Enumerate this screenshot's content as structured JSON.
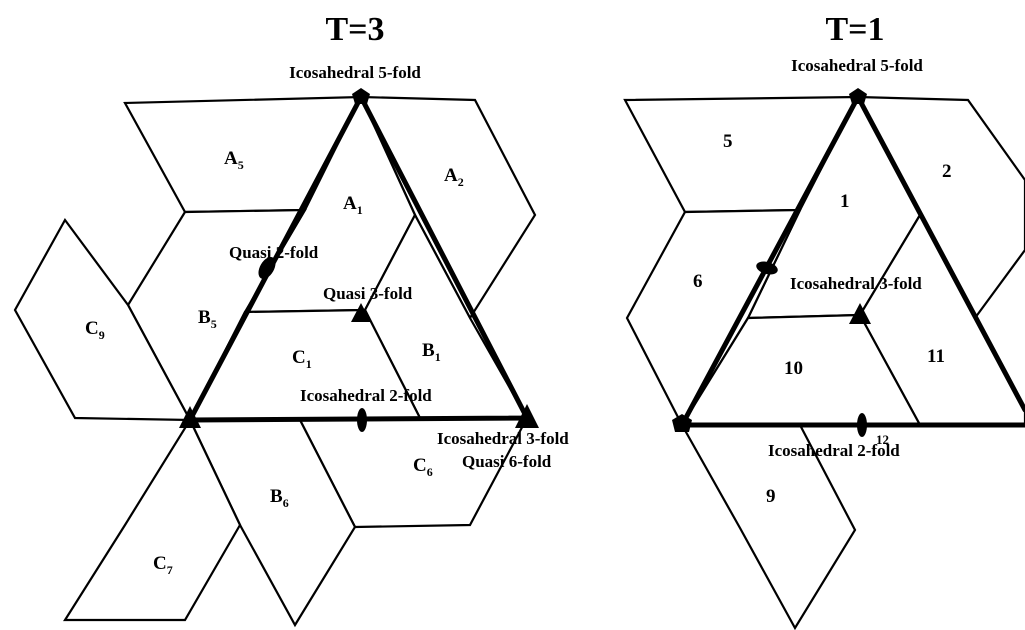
{
  "panels": {
    "t3": {
      "title": "T=3",
      "annotations": {
        "ico5": "Icosahedral 5-fold",
        "quasi2": "Quasi 2-fold",
        "quasi3": "Quasi 3-fold",
        "ico2": "Icosahedral 2-fold",
        "ico3": "Icosahedral  3-fold",
        "quasi6": "Quasi 6-fold"
      },
      "labels": {
        "A5": {
          "main": "A",
          "sub": "5"
        },
        "A2": {
          "main": "A",
          "sub": "2"
        },
        "A1": {
          "main": "A",
          "sub": "1"
        },
        "B5": {
          "main": "B",
          "sub": "5"
        },
        "B1": {
          "main": "B",
          "sub": "1"
        },
        "B6": {
          "main": "B",
          "sub": "6"
        },
        "C9": {
          "main": "C",
          "sub": "9"
        },
        "C1": {
          "main": "C",
          "sub": "1"
        },
        "C6": {
          "main": "C",
          "sub": "6"
        },
        "C7": {
          "main": "C",
          "sub": "7"
        }
      }
    },
    "t1": {
      "title": "T=1",
      "annotations": {
        "ico5": "Icosahedral 5-fold",
        "ico3": "Icosahedral 3-fold",
        "ico2": "Icosahedral 2-fold"
      },
      "labels": {
        "n5": "5",
        "n2": "2",
        "n1": "1",
        "n6": "6",
        "n10": "10",
        "n11": "11",
        "n12": "12",
        "n9": "9"
      }
    }
  }
}
